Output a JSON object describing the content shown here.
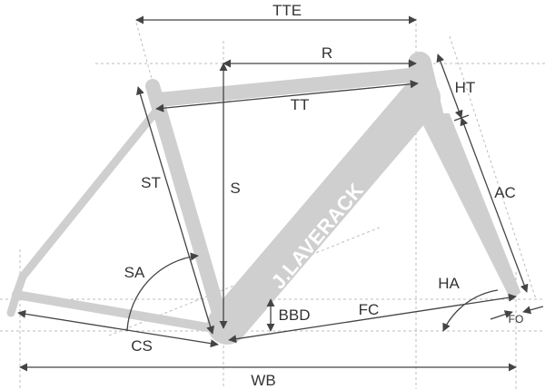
{
  "diagram": {
    "brand_text": "J.LAVERACK",
    "labels": {
      "TTE": "TTE",
      "R": "R",
      "HT": "HT",
      "TT": "TT",
      "ST": "ST",
      "S": "S",
      "AC": "AC",
      "SA": "SA",
      "BBD": "BBD",
      "FC": "FC",
      "HA": "HA",
      "CS": "CS",
      "FO": "FO",
      "WB": "WB"
    },
    "colors": {
      "frame": "#cfcfcf",
      "dimension_lines": "#444444",
      "guide_lines": "#bdbdbd",
      "background": "#ffffff"
    }
  }
}
